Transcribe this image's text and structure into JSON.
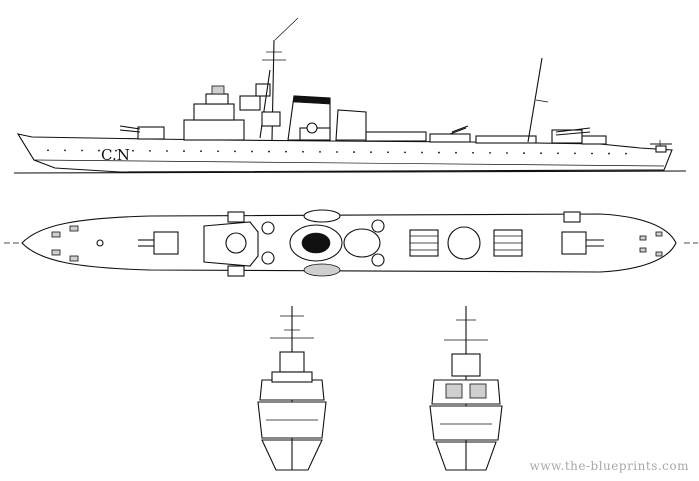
{
  "drawing": {
    "hull_marking": "C.N",
    "watermark": "www.the-blueprints.com"
  },
  "views": {
    "side_profile": "side-profile-view",
    "top_plan": "top-plan-view",
    "bow_view": "front-view",
    "stern_view": "rear-view"
  },
  "colors": {
    "ink": "#111111",
    "paper": "#ffffff",
    "watermark": "#a8a8a8"
  }
}
